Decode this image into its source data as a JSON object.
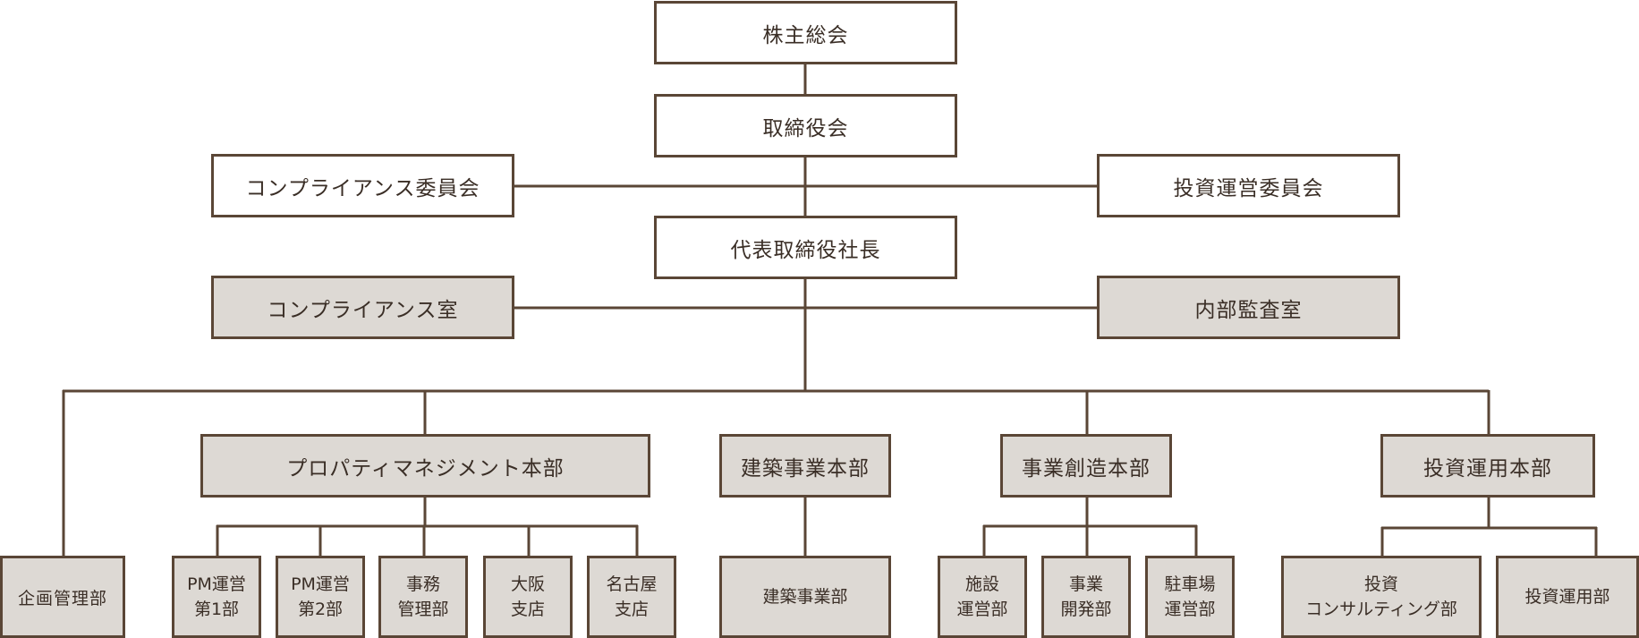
{
  "nodes": {
    "shareholders": "株主総会",
    "board": "取締役会",
    "compliance_committee": "コンプライアンス委員会",
    "investment_committee": "投資運営委員会",
    "president": "代表取締役社長",
    "compliance_office": "コンプライアンス室",
    "internal_audit": "内部監査室",
    "planning": "企画管理部",
    "pm_division": "プロパティマネジメント本部",
    "construction_division": "建築事業本部",
    "business_creation_division": "事業創造本部",
    "investment_division": "投資運用本部",
    "pm1": "PM運営\n第1部",
    "pm2": "PM運営\n第2部",
    "admin": "事務\n管理部",
    "osaka": "大阪\n支店",
    "nagoya": "名古屋\n支店",
    "construction_dept": "建築事業部",
    "facility": "施設\n運営部",
    "biz_dev": "事業\n開発部",
    "parking": "駐車場\n運営部",
    "inv_consulting": "投資\nコンサルティング部",
    "inv_management": "投資運用部"
  }
}
